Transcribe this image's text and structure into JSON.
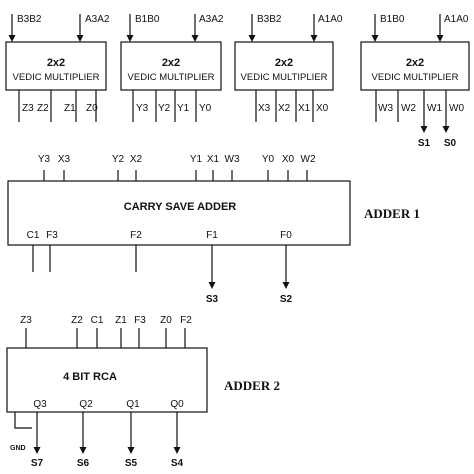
{
  "diagram": {
    "colors": {
      "stroke": "#111111",
      "background": "#ffffff"
    },
    "multipliers": [
      {
        "in_a": "B3B2",
        "in_b": "A3A2",
        "title": "2x2",
        "subtitle": "VEDIC MULTIPLIER",
        "outputs": [
          "Z3",
          "Z2",
          "Z1",
          "Z0"
        ],
        "final": []
      },
      {
        "in_a": "B1B0",
        "in_b": "A3A2",
        "title": "2x2",
        "subtitle": "VEDIC MULTIPLIER",
        "outputs": [
          "Y3",
          "Y2",
          "Y1",
          "Y0"
        ],
        "final": []
      },
      {
        "in_a": "B3B2",
        "in_b": "A1A0",
        "title": "2x2",
        "subtitle": "VEDIC MULTIPLIER",
        "outputs": [
          "X3",
          "X2",
          "X1",
          "X0"
        ],
        "final": []
      },
      {
        "in_a": "B1B0",
        "in_b": "A1A0",
        "title": "2x2",
        "subtitle": "VEDIC MULTIPLIER",
        "outputs": [
          "W3",
          "W2",
          "W1",
          "W0"
        ],
        "final": [
          "S1",
          "S0"
        ]
      }
    ],
    "csa": {
      "title": "CARRY SAVE ADDER",
      "name": "ADDER 1",
      "inputs": [
        "Y3",
        "X3",
        "Y2",
        "X2",
        "Y1",
        "X1",
        "W3",
        "Y0",
        "X0",
        "W2"
      ],
      "outputs": [
        "C1",
        "F3",
        "F2",
        "F1",
        "F0"
      ],
      "final": [
        "S3",
        "S2"
      ]
    },
    "rca": {
      "title": "4 BIT RCA",
      "name": "ADDER 2",
      "inputs": [
        "Z3",
        "Z2",
        "C1",
        "Z1",
        "F3",
        "Z0",
        "F2"
      ],
      "outputs": [
        "Q3",
        "Q2",
        "Q1",
        "Q0"
      ],
      "final": [
        "S7",
        "S6",
        "S5",
        "S4"
      ],
      "ground": "GND"
    }
  }
}
